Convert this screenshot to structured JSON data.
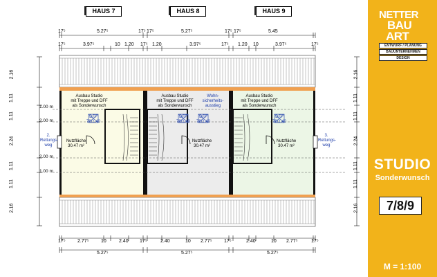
{
  "houses": [
    "HAUS 7",
    "HAUS 8",
    "HAUS 9"
  ],
  "logo": {
    "line1": "NETTER",
    "line2": "BAU",
    "line3": "ART",
    "band1": "ENTWURF / PLANUNG",
    "band2": "BAUUNTERNEHMEN",
    "band3": "DESIGN"
  },
  "title": "STUDIO",
  "subtitle": "Sonderwunsch",
  "house_numbers": "7/8/9",
  "scale": "M = 1:100",
  "top_dims_row1": [
    "17⁵",
    "5.27⁵",
    "17⁵",
    "17⁵",
    "5.27⁵",
    "17⁵",
    "17⁵",
    "5.45"
  ],
  "top_dims_row2": [
    "17⁵",
    "3.97⁵",
    "10",
    "1.20",
    "17⁵",
    "1.20",
    "3.97⁵",
    "17⁵",
    "1.20",
    "10",
    "3.97⁵",
    "17⁵"
  ],
  "bottom_dims_row1": [
    "17⁵",
    "2.77⁵",
    "10",
    "2.40",
    "17⁵",
    "2.40",
    "10",
    "2.77⁵",
    "17⁵",
    "2.40",
    "10",
    "2.77⁵",
    "17⁵"
  ],
  "bottom_dims_row2": [
    "5.27⁵",
    "5.27⁵",
    "5.27⁵"
  ],
  "side_dims": [
    "2.16",
    "1.11",
    "1.11",
    "2.24",
    "1.11",
    "1.11",
    "2.16"
  ],
  "height_labels": [
    "1.00 m",
    "2.00 m",
    "2.00 m",
    "1.00 m"
  ],
  "rooms": {
    "studio_note_line1": "Ausbau Studio",
    "studio_note_line2": "mit Treppe und DFF",
    "studio_note_line3": "als Sonderwunsch",
    "nutzflaeche_label": "Nutzfläche",
    "nutzflaeche_value": "30.47 m²",
    "dff_label": "DFF",
    "dff_value": "78/1.40",
    "wohn_line1": "Wohn-",
    "wohn_line2": "sicherheits-",
    "wohn_line3": "ausstieg",
    "rettung_left_num": "2.",
    "rettung_right_num": "3.",
    "rettung_line1": "Rettungs-",
    "rettung_line2": "weg"
  },
  "colors": {
    "accent": "#f2b31a",
    "wall": "#111111",
    "timber": "#f0a050",
    "house7_fill": "#fbfbe6",
    "house8_fill": "#ececec",
    "house9_fill": "#ecf6e6"
  }
}
